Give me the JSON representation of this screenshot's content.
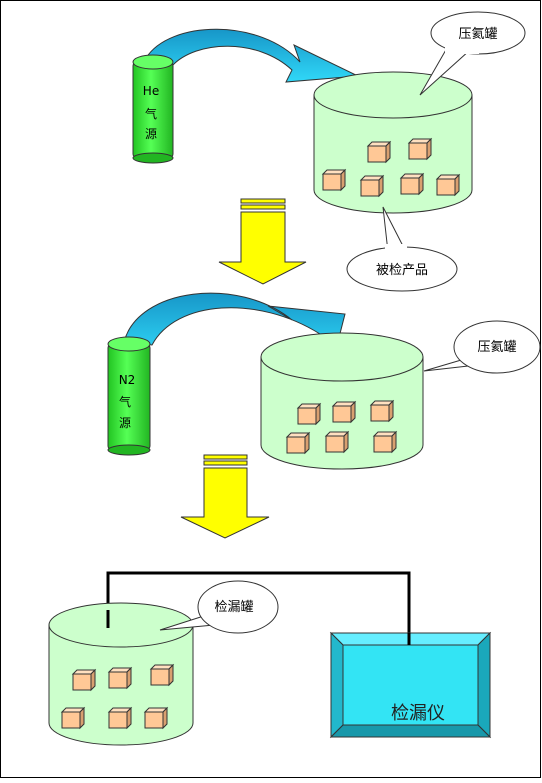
{
  "stage1": {
    "gas_source_label": [
      "He",
      "气",
      "源"
    ],
    "tank_callout": "压氦罐",
    "product_callout": "被检产品"
  },
  "stage2": {
    "gas_source_label": [
      "N2",
      "气",
      "源"
    ],
    "tank_callout": "压氦罐"
  },
  "stage3": {
    "tank_callout": "检漏罐",
    "detector_label": "检漏仪"
  },
  "colors": {
    "tank_fill": "#ccffcc",
    "cylinder_fill": "#33dd33",
    "flow_arrow_fill": "#1ab8e6",
    "down_arrow_fill": "#ffff00",
    "box_fill": "#ffcc99",
    "detector_fill": "#33ddee"
  }
}
